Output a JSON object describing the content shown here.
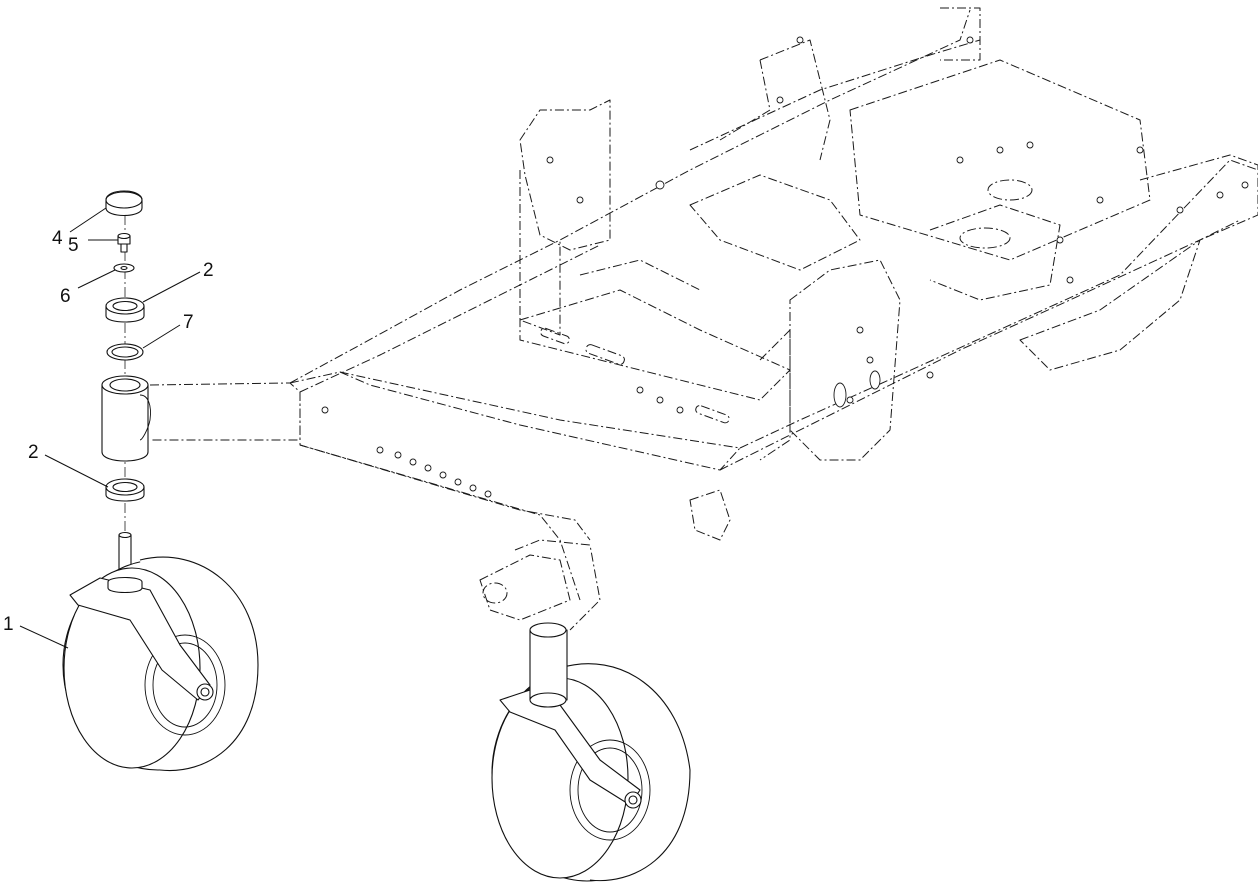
{
  "callouts": [
    {
      "id": "c4",
      "label": "4",
      "part": "cap"
    },
    {
      "id": "c5",
      "label": "5",
      "part": "bolt"
    },
    {
      "id": "c6",
      "label": "6",
      "part": "washer"
    },
    {
      "id": "c2a",
      "label": "2",
      "part": "bearing-upper"
    },
    {
      "id": "c7",
      "label": "7",
      "part": "retaining-ring"
    },
    {
      "id": "c2b",
      "label": "2",
      "part": "bearing-lower"
    },
    {
      "id": "c1",
      "label": "1",
      "part": "caster-wheel-assembly"
    }
  ]
}
